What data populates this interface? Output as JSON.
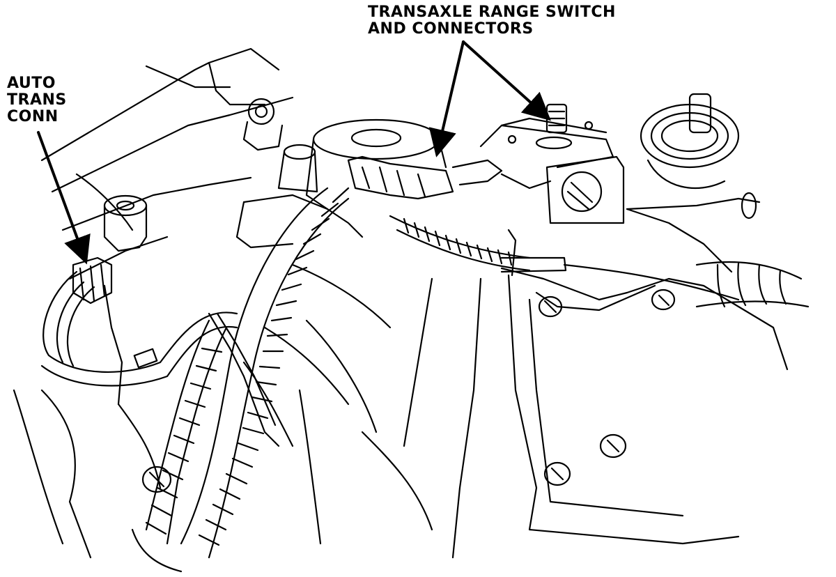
{
  "labels": {
    "range_switch": [
      "TRANSAXLE RANGE SWITCH",
      "AND CONNECTORS"
    ],
    "auto_trans_conn": [
      "AUTO",
      "TRANS",
      "CONN"
    ]
  },
  "colors": {
    "ink": "#000000",
    "paper": "#ffffff"
  }
}
